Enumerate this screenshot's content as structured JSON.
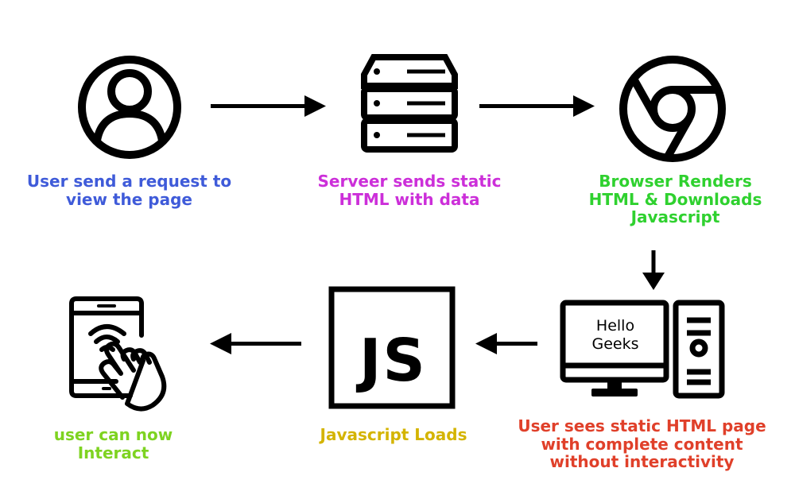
{
  "colors": {
    "icon": "#000000",
    "step_user": "#3f5bd9",
    "step_server": "#cc2fd9",
    "step_browser": "#2fd12f",
    "step_static": "#e0402a",
    "step_js": "#d4b400",
    "step_interact": "#7ed321"
  },
  "steps": {
    "user_request": {
      "icon": "user-circle-icon",
      "caption": "User send a request to\nview the page"
    },
    "server_sends": {
      "icon": "server-rack-icon",
      "caption": "Serveer sends static\nHTML with data"
    },
    "browser_renders": {
      "icon": "chrome-browser-icon",
      "caption": "Browser Renders\nHTML & Downloads\nJavascript"
    },
    "static_page": {
      "icon": "desktop-computer-icon",
      "monitor_text": "Hello\nGeeks",
      "caption": "User sees static HTML page\nwith complete content\nwithout interactivity"
    },
    "js_loads": {
      "icon": "javascript-logo-icon",
      "logo_text": "JS",
      "caption": "Javascript Loads"
    },
    "interact": {
      "icon": "touch-tablet-icon",
      "caption": "user can now Interact"
    }
  }
}
